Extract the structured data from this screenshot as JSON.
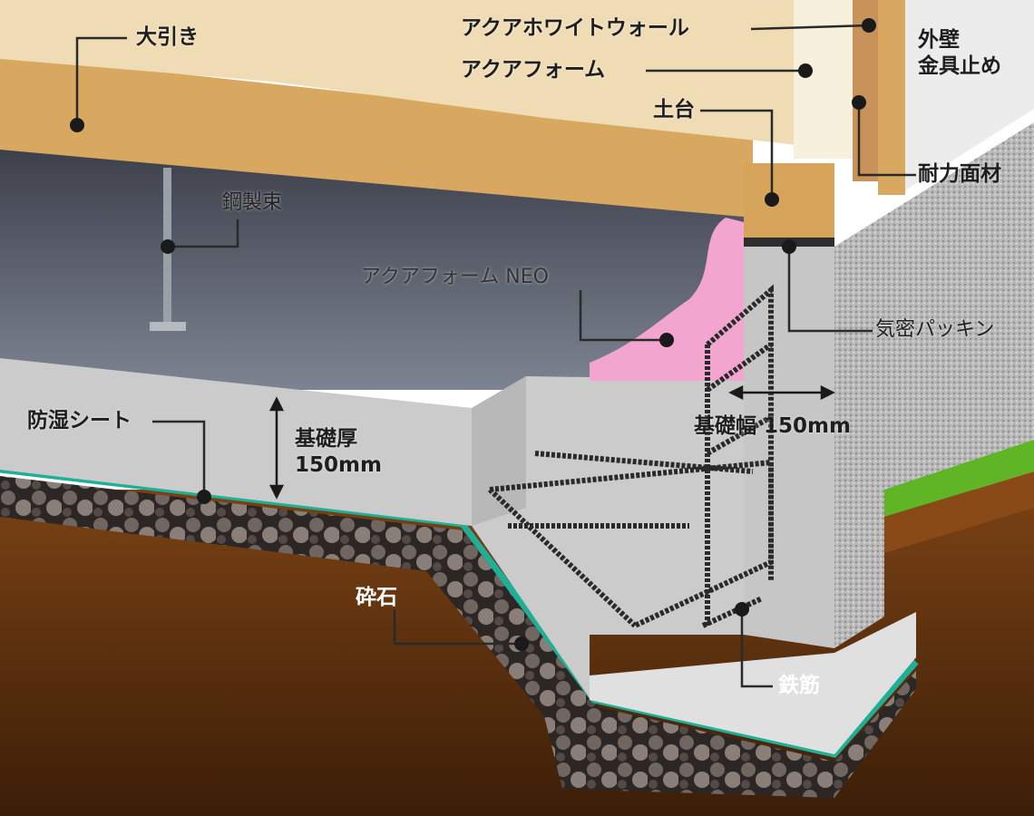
{
  "labels": {
    "oobiki": "大引き",
    "aqua_white_wall": "アクアホワイトウォール",
    "aqua_foam": "アクアフォーム",
    "dodai": "土台",
    "exterior_wall_line1": "外壁",
    "exterior_wall_line2": "金具止め",
    "structural_panel": "耐力面材",
    "steel_post": "鋼製束",
    "aqua_foam_neo": "アクアフォーム NEO",
    "airtight_packing": "気密パッキン",
    "foundation_width": "基礎幅 150mm",
    "foundation_thickness_line1": "基礎厚",
    "foundation_thickness_line2": "150mm",
    "moisture_sheet": "防湿シート",
    "crushed_stone": "砕石",
    "rebar": "鉄筋"
  },
  "colors": {
    "wood": "#d9a860",
    "floor_top": "#efdcb5",
    "concrete": "#cfcfcf",
    "soil": "#5a2e10",
    "moisture_sheet": "#1fae96",
    "foam_neo": "#f2a6cf",
    "grass": "#5fb526"
  }
}
